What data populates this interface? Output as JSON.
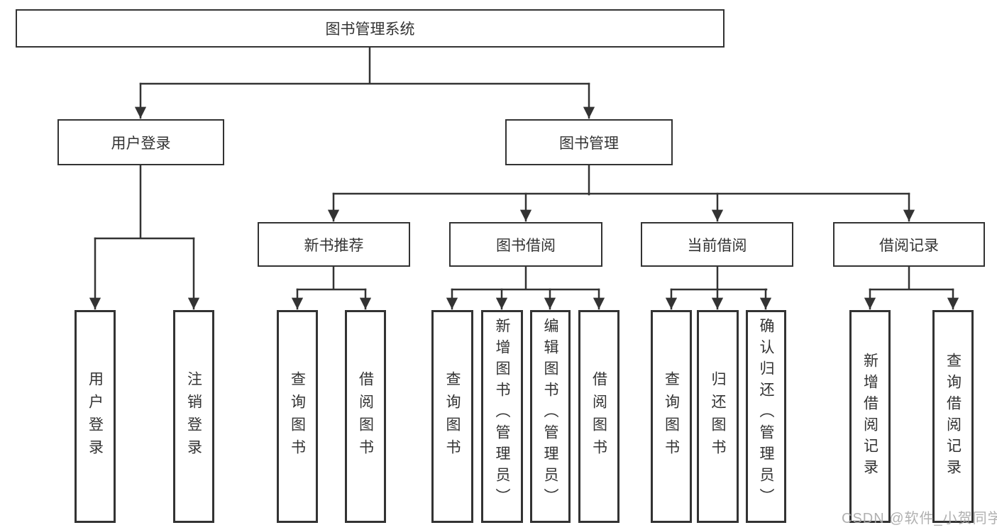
{
  "nodes": {
    "root": "图书管理系统",
    "user_login": "用户登录",
    "book_management": "图书管理",
    "new_book_recommend": "新书推荐",
    "book_borrowing": "图书借阅",
    "current_borrowing": "当前借阅",
    "borrowing_records": "借阅记录",
    "login": "用户登录",
    "logout": "注销登录",
    "nbr_query_books": "查询图书",
    "nbr_borrow_books": "借阅图书",
    "bb_query_books": "查询图书",
    "bb_add_books": "新增图书（管理员）",
    "bb_edit_books": "编辑图书（管理员）",
    "bb_borrow_books": "借阅图书",
    "cb_query_books": "查询图书",
    "cb_return_books": "归还图书",
    "cb_confirm_return": "确认归还（管理员）",
    "br_add_record": "新增借阅记录",
    "br_query_record": "查询借阅记录"
  },
  "watermark": "CSDN @软件_小贺同学",
  "colors": {
    "line": "#333333",
    "box_border": "#333333",
    "text": "#333333",
    "background": "#ffffff",
    "watermark": "#a8a8a8"
  }
}
